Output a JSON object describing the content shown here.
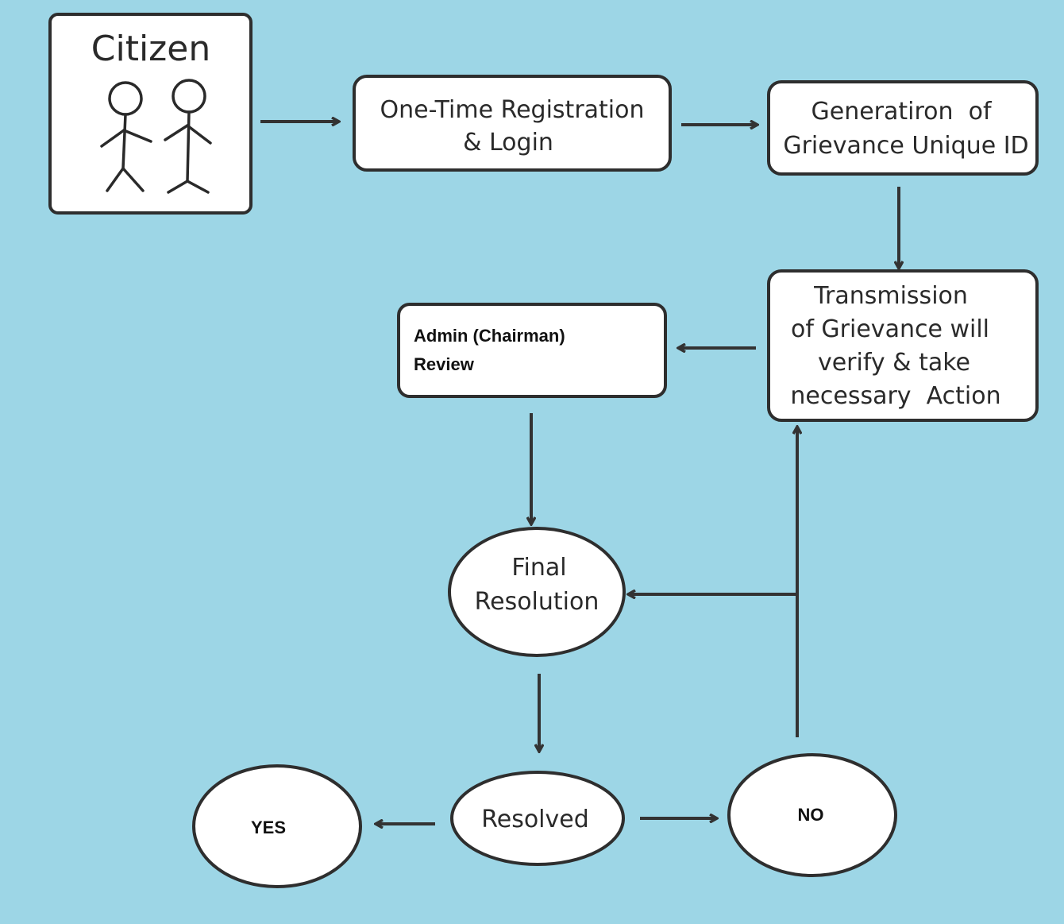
{
  "nodes": {
    "citizen": {
      "label": "Citizen"
    },
    "registration": {
      "line1": "One-Time Registration",
      "line2": "& Login"
    },
    "unique_id": {
      "line1": "Generatiron  of",
      "line2": "Grievance Unique ID"
    },
    "transmission": {
      "line1": "Transmission",
      "line2": "of Grievance will",
      "line3": "verify & take",
      "line4": "necessary  Action"
    },
    "admin_review": {
      "line1": "Admin (Chairman)",
      "line2": "Review"
    },
    "final_resolution": {
      "line1": "Final",
      "line2": "Resolution"
    },
    "resolved": {
      "label": "Resolved"
    },
    "yes": {
      "label": "YES"
    },
    "no": {
      "label": "NO"
    }
  },
  "icons": [
    "person-icon",
    "person-icon"
  ],
  "colors": {
    "background": "#9dd6e6",
    "node_fill": "#ffffff",
    "stroke": "#2e2e2e"
  }
}
